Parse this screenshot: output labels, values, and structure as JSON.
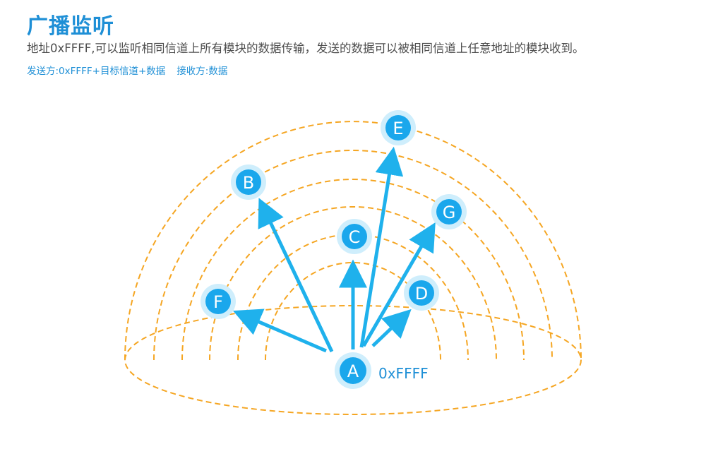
{
  "header": {
    "title": "广播监听",
    "description": "地址0xFFFF,可以监听相同信道上所有模块的数据传输，发送的数据可以被相同信道上任意地址的模块收到。",
    "sender_note": "发送方:0xFFFF+目标信道+数据",
    "receiver_note": "接收方:数据"
  },
  "diagram": {
    "sender": {
      "label": "A",
      "address": "0xFFFF"
    },
    "receivers": [
      {
        "label": "B"
      },
      {
        "label": "C"
      },
      {
        "label": "D"
      },
      {
        "label": "E"
      },
      {
        "label": "F"
      },
      {
        "label": "G"
      }
    ],
    "colors": {
      "wave": "#f5a623",
      "arrow": "#1fb1ec",
      "node": "#1aa7ec",
      "node_glow": "#cfeefc",
      "title": "#1e8fd6"
    }
  }
}
